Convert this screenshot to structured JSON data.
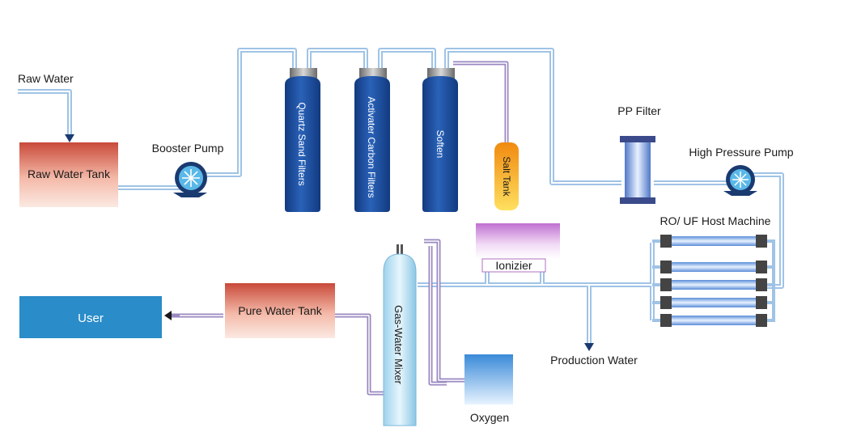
{
  "diagram": {
    "labels": {
      "raw_water": "Raw Water",
      "raw_water_tank": "Raw Water Tank",
      "booster_pump": "Booster Pump",
      "quartz_sand_filters": "Quartz Sand Filters",
      "activated_carbon_filters": "Activater Carbon Filters",
      "soften": "Soften",
      "salt_tank": "Salt Tank",
      "pp_filter": "PP Filter",
      "high_pressure_pump": "High Pressure Pump",
      "ro_uf_host_machine": "RO/ UF Host Machine",
      "ionizier": "Ionizier",
      "gas_water_mixer": "Gas-Water Mixer",
      "pure_water_tank": "Pure Water Tank",
      "user": "User",
      "production_water": "Production Water",
      "oxygen": "Oxygen"
    },
    "colors": {
      "pipe": "#a8c8e8",
      "pipe_purple": "#9a88c0",
      "filter_vessel": "#1a4a9a",
      "tank_red": "#c85040",
      "user_box": "#2a8cc8",
      "salt_tank": "#e0a020",
      "ionizier": "#b070c0"
    }
  }
}
